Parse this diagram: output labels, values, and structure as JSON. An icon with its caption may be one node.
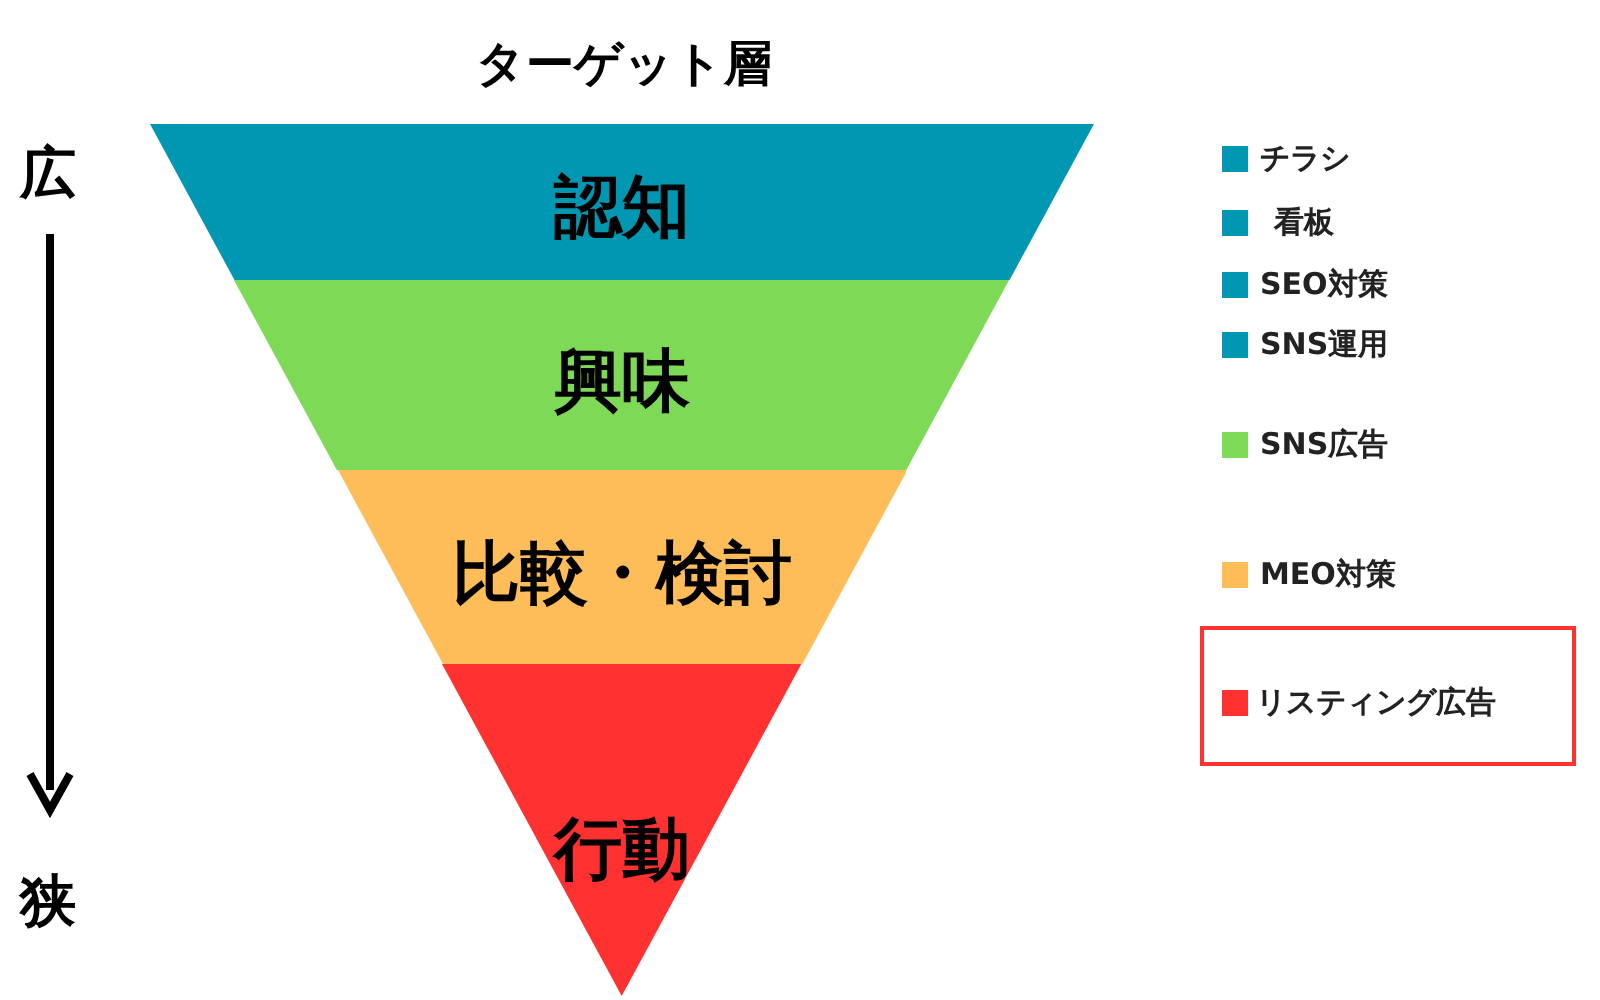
{
  "diagram": {
    "title": "ターゲット層",
    "nodes": [
      {
        "text": [
          "認知"
        ]
      },
      {
        "text": [
          "興味"
        ]
      },
      {
        "text": [
          "比較・検討"
        ]
      },
      {
        "text": [
          "行動"
        ]
      }
    ],
    "edges": [],
    "labels": [
      "広",
      "狭"
    ],
    "legend": [
      {
        "text": "チラシ",
        "color": "#0097b2"
      },
      {
        "text": "看板",
        "color": "#0097b2"
      },
      {
        "text": "SEO対策",
        "color": "#0097b2"
      },
      {
        "text": "SNS運用",
        "color": "#0097b2"
      },
      {
        "text": "SNS広告",
        "color": "#7ed957"
      },
      {
        "text": "MEO対策",
        "color": "#ffbd59"
      },
      {
        "text": "リスティング広告",
        "color": "#ff3131"
      }
    ]
  }
}
